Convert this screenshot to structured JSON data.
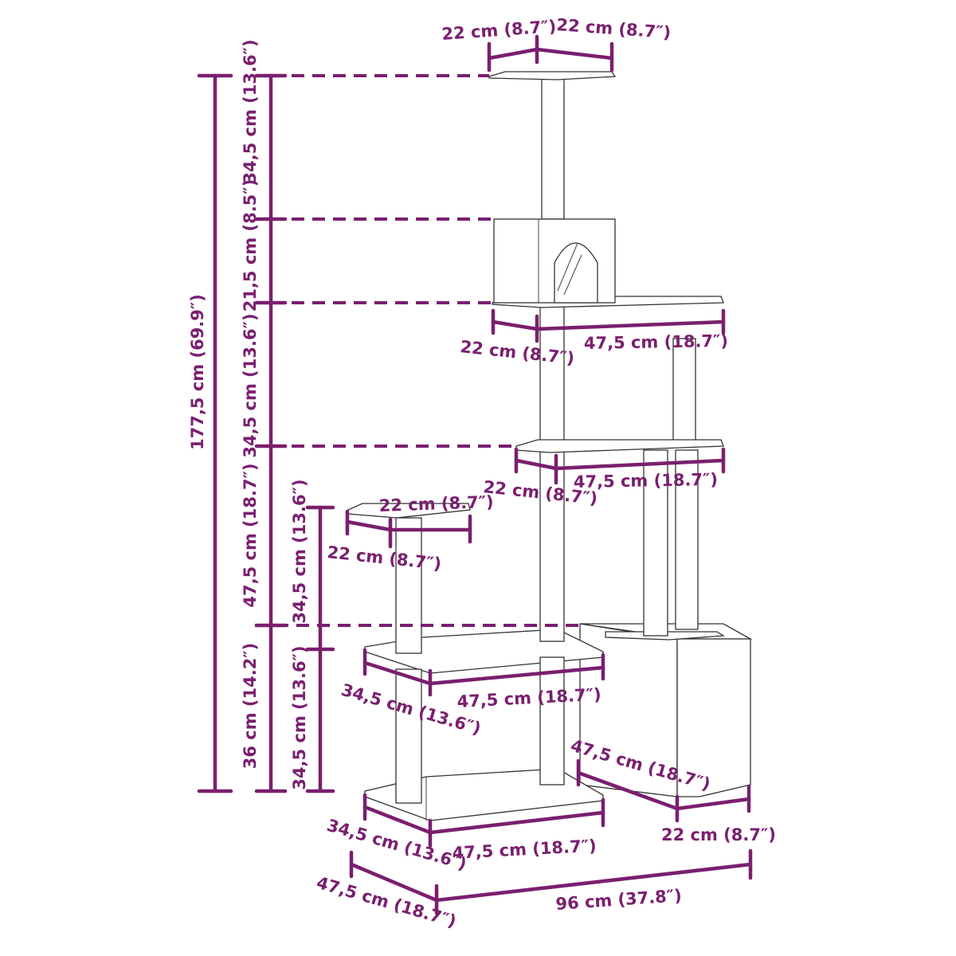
{
  "dimensions": {
    "top_platform_w": "22 cm (8.7″)",
    "top_platform_d": "22 cm (8.7″)",
    "top_section_h": "34,5 cm (13.6″)",
    "condo_h": "21,5 cm (8.5″)",
    "total_height": "177,5 cm (69.9″)",
    "third_section_h": "34,5 cm (13.6″)",
    "condo_shelf_d": "22 cm (8.7″)",
    "condo_shelf_w": "47,5 cm (18.7″)",
    "mid_shelf_d": "22 cm (8.7″)",
    "mid_shelf_w": "47,5 cm (18.7″)",
    "fourth_section_h": "47,5 cm (18.7″)",
    "small_platform_h": "34,5 cm (13.6″)",
    "small_platform_w": "22 cm (8.7″)",
    "small_platform_d": "22 cm (8.7″)",
    "lower_shelf_d": "34,5 cm (13.6″)",
    "lower_shelf_w": "47,5 cm (18.7″)",
    "base_section_h": "36 cm (14.2″)",
    "lower_section_h": "34,5 cm (13.6″)",
    "box_depth": "47,5 cm (18.7″)",
    "box_width": "22 cm (8.7″)",
    "base_d": "34,5 cm (13.6″)",
    "base_w": "47,5 cm (18.7″)",
    "overall_d": "47,5 cm (18.7″)",
    "overall_w": "96 cm (37.8″)"
  },
  "colors": {
    "dimension": "#7a1f6f",
    "outline": "#333333",
    "background": "#ffffff"
  }
}
